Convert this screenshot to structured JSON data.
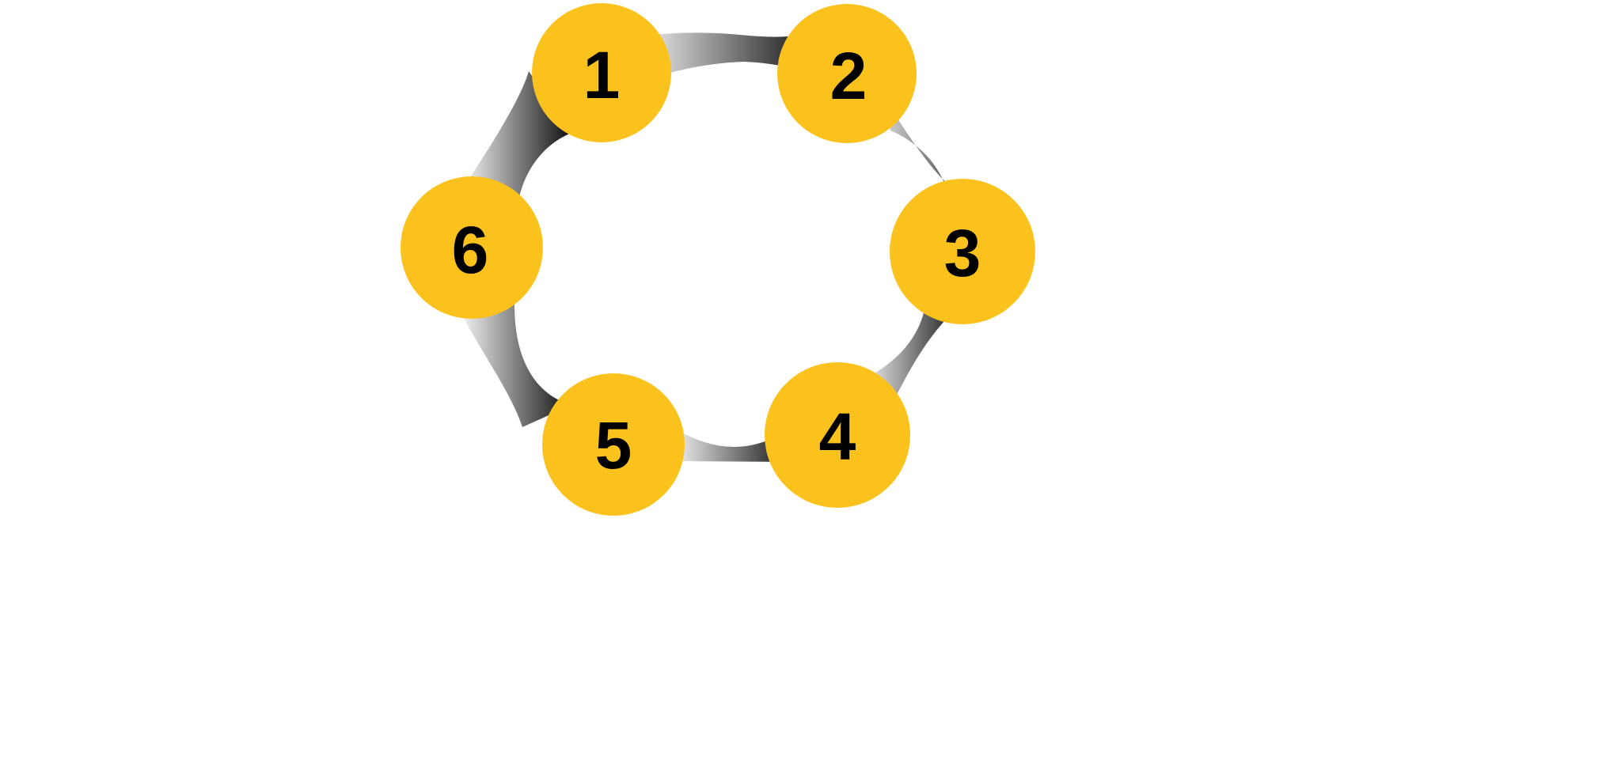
{
  "colors": {
    "node_fill": "#FBC21E",
    "connector_light": "#F2F2F2",
    "connector_dark": "#1A1A1A",
    "label": "#000000"
  },
  "nodes": [
    {
      "label": "1"
    },
    {
      "label": "2"
    },
    {
      "label": "3"
    },
    {
      "label": "4"
    },
    {
      "label": "5"
    },
    {
      "label": "6"
    }
  ]
}
